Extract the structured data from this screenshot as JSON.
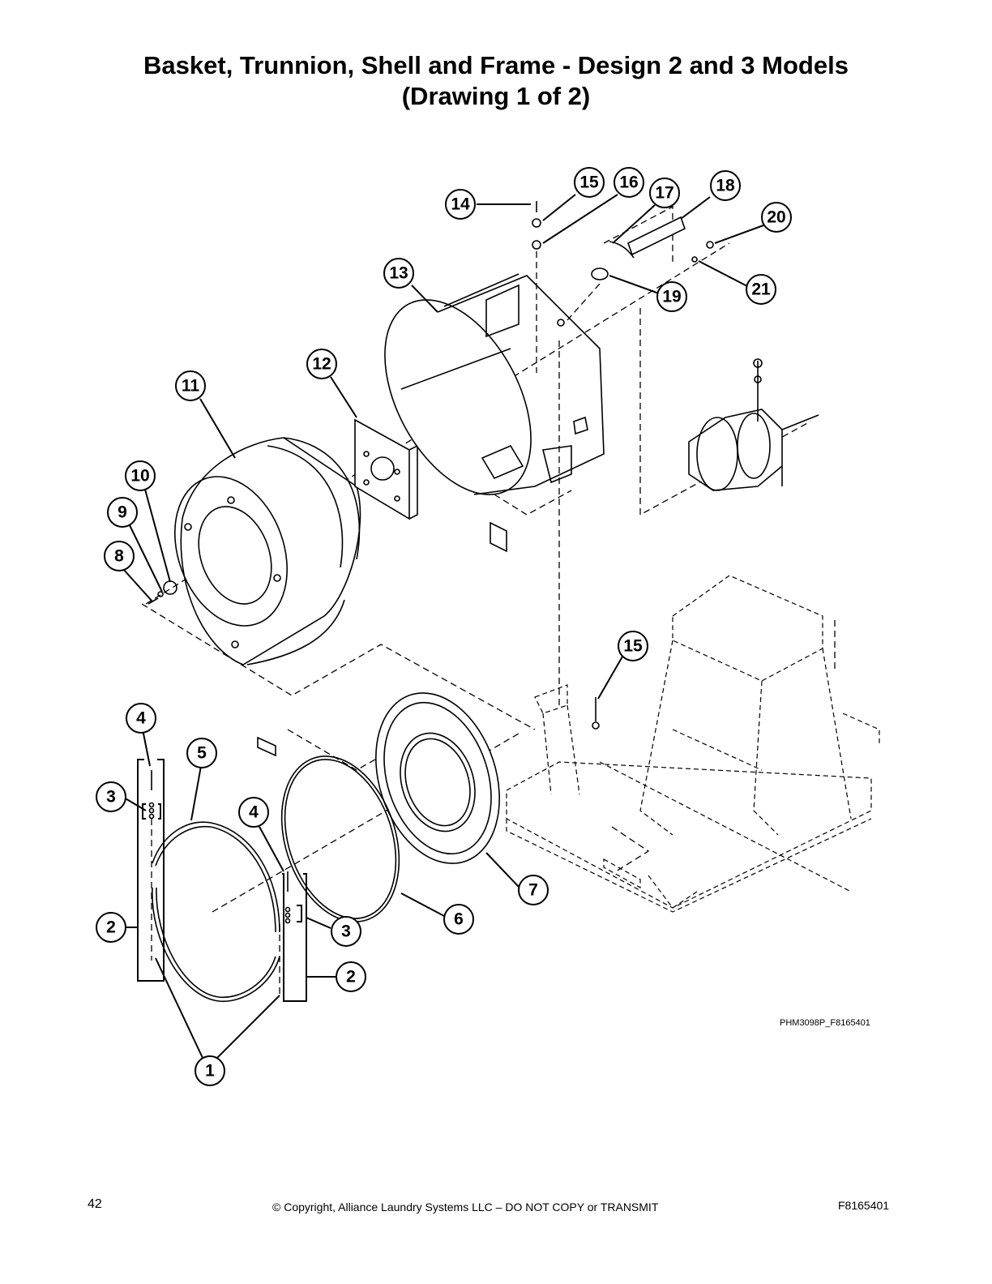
{
  "title": {
    "line1": "Basket, Trunnion, Shell and Frame - Design 2 and 3 Models",
    "line2": "(Drawing 1 of 2)"
  },
  "callouts": [
    {
      "id": "c14",
      "label": "14"
    },
    {
      "id": "c15a",
      "label": "15"
    },
    {
      "id": "c16",
      "label": "16"
    },
    {
      "id": "c17",
      "label": "17"
    },
    {
      "id": "c18",
      "label": "18"
    },
    {
      "id": "c20",
      "label": "20"
    },
    {
      "id": "c13",
      "label": "13"
    },
    {
      "id": "c19",
      "label": "19"
    },
    {
      "id": "c21",
      "label": "21"
    },
    {
      "id": "c12",
      "label": "12"
    },
    {
      "id": "c11",
      "label": "11"
    },
    {
      "id": "c10",
      "label": "10"
    },
    {
      "id": "c9",
      "label": "9"
    },
    {
      "id": "c8",
      "label": "8"
    },
    {
      "id": "c15b",
      "label": "15"
    },
    {
      "id": "c4a",
      "label": "4"
    },
    {
      "id": "c5",
      "label": "5"
    },
    {
      "id": "c3a",
      "label": "3"
    },
    {
      "id": "c4b",
      "label": "4"
    },
    {
      "id": "c7",
      "label": "7"
    },
    {
      "id": "c6",
      "label": "6"
    },
    {
      "id": "c2a",
      "label": "2"
    },
    {
      "id": "c3b",
      "label": "3"
    },
    {
      "id": "c2b",
      "label": "2"
    },
    {
      "id": "c1",
      "label": "1"
    }
  ],
  "drawing_ref": "PHM3098P_F8165401",
  "footer": {
    "page_number": "42",
    "copyright": "© Copyright, Alliance Laundry Systems LLC – DO NOT COPY or TRANSMIT",
    "doc_number": "F8165401"
  }
}
